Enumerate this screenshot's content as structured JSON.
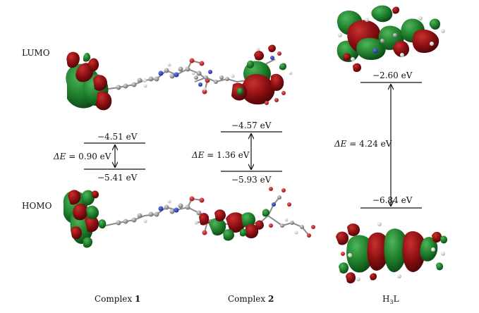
{
  "labels": {
    "lumo": "LUMO",
    "homo": "HOMO"
  },
  "panels": [
    {
      "caption_prefix": "Complex ",
      "caption_number": "1",
      "lumo_energy": "−4.51 eV",
      "homo_energy": "−5.41 eV",
      "gap_symbol": "ΔE",
      "gap_value": " = 0.90 eV"
    },
    {
      "caption_prefix": "Complex ",
      "caption_number": "2",
      "lumo_energy": "−4.57 eV",
      "homo_energy": "−5.93 eV",
      "gap_symbol": "ΔE",
      "gap_value": " = 1.36 eV"
    },
    {
      "caption_main": "H",
      "caption_sub": "3",
      "caption_end": "L",
      "lumo_energy": "−2.60 eV",
      "homo_energy": "−6.84 eV",
      "gap_symbol": "ΔE",
      "gap_value": " = 4.24 eV"
    }
  ],
  "colors": {
    "lobe_red": "#8b0f12",
    "lobe_green": "#1f7f2c",
    "atom_carbon": "#9b9b9b",
    "atom_nitrogen": "#2a3fd0",
    "atom_oxygen": "#d11a1a",
    "atom_hydrogen": "#e8e8e8"
  }
}
